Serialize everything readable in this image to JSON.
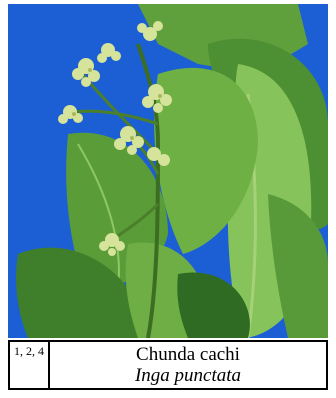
{
  "caption": {
    "refs": "1, 2, 4",
    "common_name": "Chunda cachi",
    "scientific_name": "Inga punctata"
  },
  "photo": {
    "subject": "plant-photo",
    "colors": {
      "sky": "#1c5fd4",
      "leaf_light": "#86c35a",
      "leaf_mid": "#5fa03c",
      "leaf_dark": "#2f6b22",
      "flower": "#d6e39a"
    }
  }
}
